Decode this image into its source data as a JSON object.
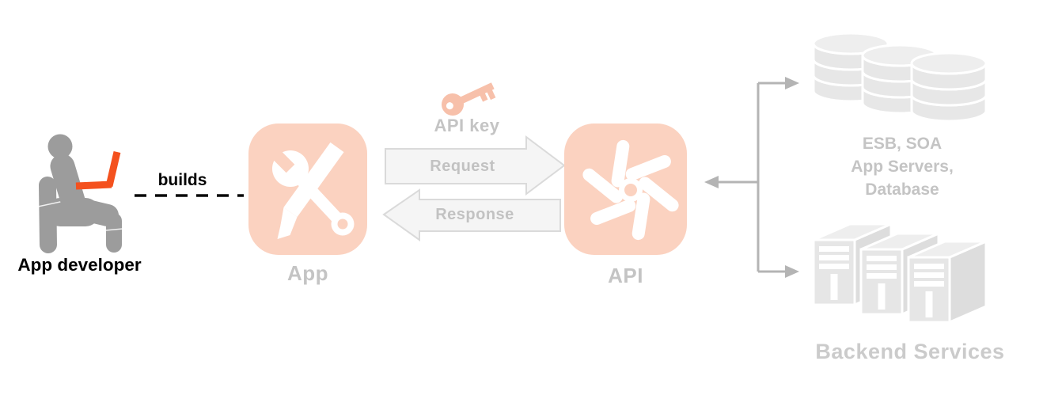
{
  "nodes": {
    "developer": {
      "label": "App developer",
      "icon": "person-at-laptop-icon"
    },
    "app": {
      "label": "App",
      "icon": "wrench-pencil-icon"
    },
    "api": {
      "label": "API",
      "icon": "pinwheel-icon"
    },
    "backend_db": {
      "lines": [
        "ESB, SOA",
        "App Servers,",
        "Database"
      ],
      "icon": "database-stack-icon"
    },
    "backend_services": {
      "label": "Backend Services",
      "icon": "server-stack-icon"
    }
  },
  "edges": {
    "builds": {
      "label": "builds",
      "style": "dashed"
    },
    "api_key": {
      "label": "API key",
      "icon": "key-icon"
    },
    "request": {
      "label": "Request",
      "direction": "right"
    },
    "response": {
      "label": "Response",
      "direction": "left"
    }
  },
  "colors": {
    "salmon": "#fbd2c0",
    "key-salmon": "#f7c0aa",
    "accent-orange": "#f4511e",
    "person-gray": "#9c9c9c",
    "label-gray": "#c4c4c4",
    "label-gray-light": "#cbcbcb",
    "black-text": "#000000",
    "arrow-fill": "#f5f5f5",
    "arrow-stroke": "#dadada",
    "connector-gray": "#b4b4b4",
    "shape-gray": "#e7e7e7",
    "shape-gray-top": "#eeeeee",
    "shape-gray-side": "#dddddd"
  }
}
